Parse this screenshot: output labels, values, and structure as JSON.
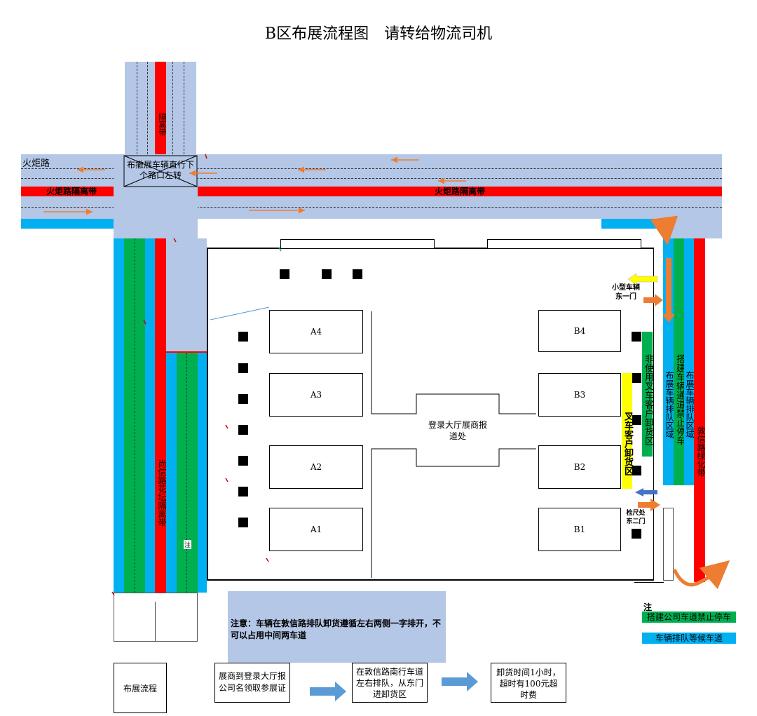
{
  "title": "B区布展流程图　请转给物流司机",
  "labels": {
    "huoju_road": "火炬路",
    "huoju_divider_left": "火炬路隔离带",
    "huoju_divider_right": "火炬路隔离带",
    "isolation_top": "隔离带",
    "intersection_note": "布撤展车辆直行下个路口左转",
    "shangxin_divider": "尚信路花坛隔离带",
    "small_vehicle_gate": "小型车辆东一门",
    "inspection_gate": "检尺处东二门",
    "non_forklift_zone": "非使用叉车客户卸货区",
    "forklift_zone": "叉车客户卸货区",
    "setup_queue_inner": "布展车辆排队区域",
    "builder_no_parking": "搭建车辆通道禁止停车",
    "setup_queue_outer": "布展车辆排队区域",
    "dunxin_green_belt": "敦信路绿化带",
    "registration_hall": "登录大厅展商报道处",
    "notice": "注意：车辆在敦信路排队卸货遵循左右两侧一字排开，不可以占用中间两车道",
    "lane_small_mark": "注"
  },
  "booths": {
    "a4": "A4",
    "a3": "A3",
    "a2": "A2",
    "a1": "A1",
    "b4": "B4",
    "b3": "B3",
    "b2": "B2",
    "b1": "B1"
  },
  "legend": {
    "title": "注",
    "green_item": "搭建公司车道禁止停车",
    "blue_item": "车辆排队等候车道",
    "green_color": "#00b050",
    "blue_color": "#00b0f0"
  },
  "flow": {
    "step0": "布展流程",
    "step1": "展商到登录大厅报公司名领取参展证",
    "step2": "在敦信路南行车道左右排队，从东门进卸货区",
    "step3": "卸货时间1小时，超时有100元超时费"
  },
  "colors": {
    "road": "#b4c7e7",
    "divider": "#ff0000",
    "queue_lane": "#00b0f0",
    "builder_lane": "#00b050",
    "forklift": "#ffff00",
    "arrow": "#ed7d31",
    "arrow_blue": "#4472c4",
    "arrow_yellow": "#ffff00"
  }
}
